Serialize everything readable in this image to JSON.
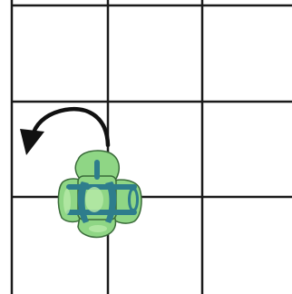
{
  "board": {
    "rows": 3,
    "cols": 3,
    "line_color": "#1a1a1a",
    "background": "#ffffff"
  },
  "piece": {
    "icon": "pipe-cross-piece-icon",
    "row": 3,
    "col": 1,
    "fill_color": "#8fd685",
    "outline_color": "#3a6b3a",
    "channel_color": "#2e7d8c"
  },
  "rotation_hint": {
    "icon": "rotate-counterclockwise-arrow-icon",
    "direction": "counterclockwise",
    "color": "#111111"
  }
}
